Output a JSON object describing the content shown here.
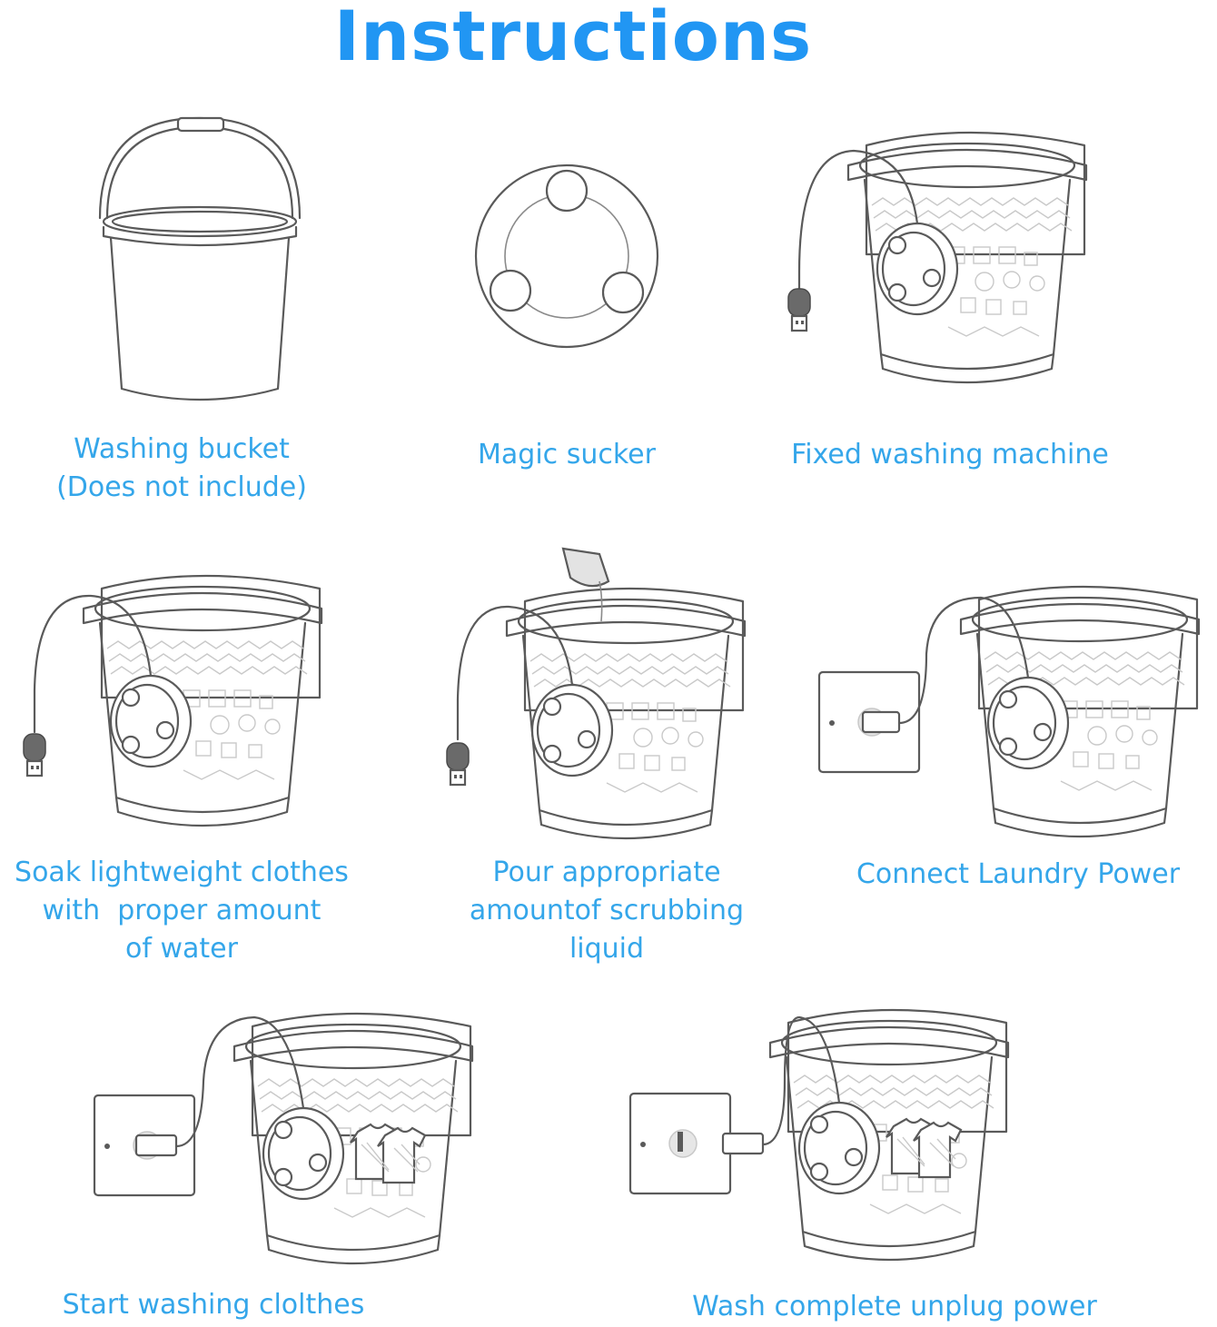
{
  "title": "Instructions",
  "steps": [
    {
      "lines": [
        "Washing bucket",
        "(Does not include)"
      ],
      "icon": "bucket-icon"
    },
    {
      "lines": [
        "Magic sucker"
      ],
      "icon": "sucker-icon"
    },
    {
      "lines": [
        "Fixed washing machine"
      ],
      "icon": "fixed-washer-icon"
    },
    {
      "lines": [
        "Soak lightweight clothes",
        "with  proper amount",
        "of water"
      ],
      "icon": "soak-icon"
    },
    {
      "lines": [
        "Pour appropriate",
        "amountof scrubbing",
        "liquid"
      ],
      "icon": "pour-liquid-icon"
    },
    {
      "lines": [
        "Connect Laundry Power"
      ],
      "icon": "connect-power-icon"
    },
    {
      "lines": [
        "Start washing clolthes"
      ],
      "icon": "start-washing-icon"
    },
    {
      "lines": [
        "Wash complete unplug power"
      ],
      "icon": "unplug-icon"
    }
  ],
  "colors": {
    "title": "#2196f3",
    "caption": "#34a6ea",
    "line": "#5a5a5a"
  }
}
